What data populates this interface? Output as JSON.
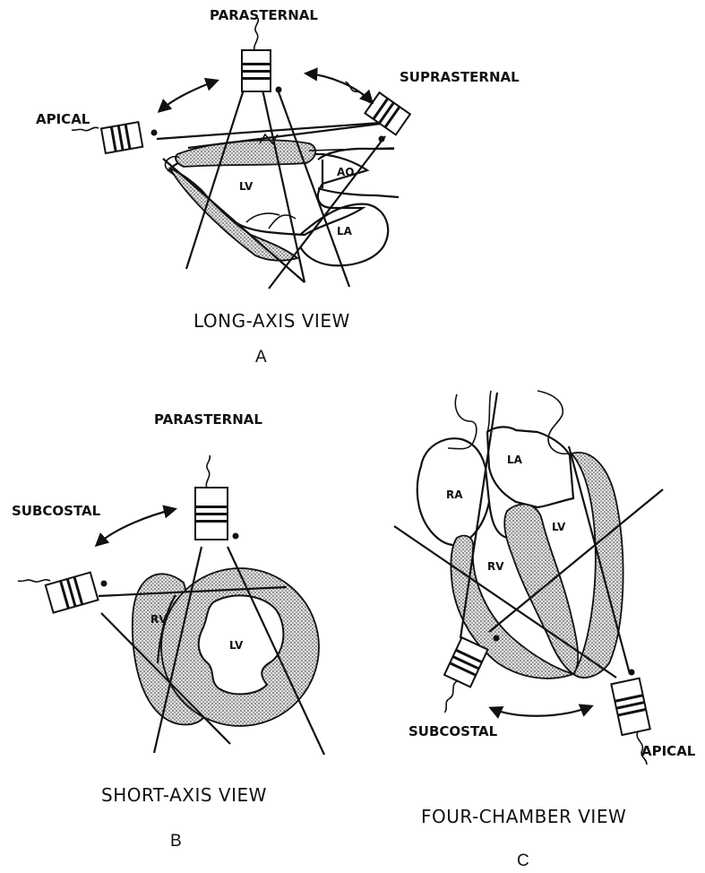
{
  "panel_a": {
    "letter": "A",
    "caption": "LONG-AXIS VIEW",
    "probes": {
      "parasternal": "PARASTERNAL",
      "suprasternal": "SUPRASTERNAL",
      "apical": "APICAL"
    },
    "chambers": {
      "lv": "LV",
      "ao": "AO",
      "la": "LA"
    }
  },
  "panel_b": {
    "letter": "B",
    "caption": "SHORT-AXIS VIEW",
    "probes": {
      "parasternal": "PARASTERNAL",
      "subcostal": "SUBCOSTAL"
    },
    "chambers": {
      "rv": "RV",
      "lv": "LV"
    }
  },
  "panel_c": {
    "letter": "C",
    "caption": "FOUR-CHAMBER VIEW",
    "probes": {
      "subcostal": "SUBCOSTAL",
      "apical": "APICAL"
    },
    "chambers": {
      "la": "LA",
      "ra": "RA",
      "lv": "LV",
      "rv": "RV"
    }
  }
}
